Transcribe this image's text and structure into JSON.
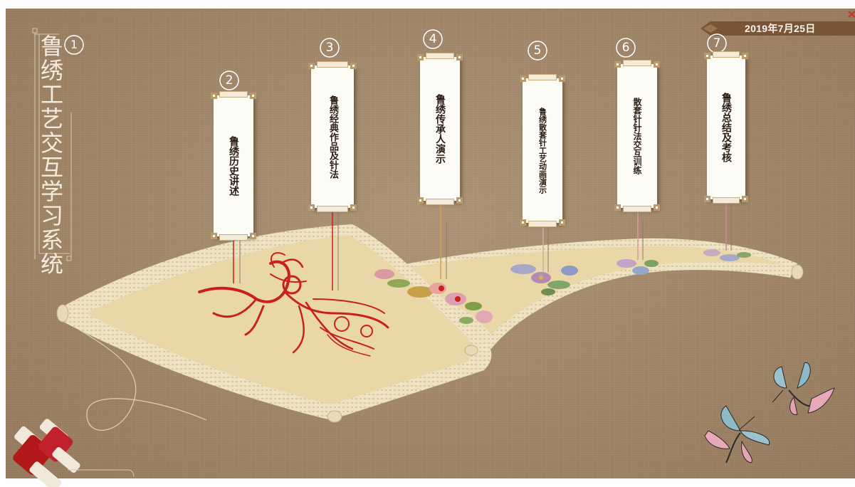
{
  "header": {
    "title": "鲁绣工艺交互学习系统",
    "title_number": "①",
    "date": "2019年7月25日"
  },
  "menu": [
    {
      "number": "②",
      "label": "鲁绣历史讲述"
    },
    {
      "number": "③",
      "label": "鲁绣经典作品及针法"
    },
    {
      "number": "④",
      "label": "鲁绣传承人演示"
    },
    {
      "number": "⑤",
      "label": "鲁绣散套针工艺动画演示"
    },
    {
      "number": "⑥",
      "label": "散套针针法交互训练"
    },
    {
      "number": "⑦",
      "label": "鲁绣总结及考核"
    }
  ],
  "colors": {
    "background": "#a3896c",
    "scroll_silk": "#ead7a8",
    "thread_red": "#c8201f",
    "card_paper": "#fdfbf6",
    "card_text": "#2b1d12",
    "date_banner": "#7a5535",
    "close_button": "#c0392b"
  },
  "icons": {
    "close": "close-icon",
    "phoenix": "phoenix-embroidery",
    "flowers": "flower-embroidery",
    "butterfly": "butterfly-icon",
    "spool": "thread-spool-icon"
  }
}
